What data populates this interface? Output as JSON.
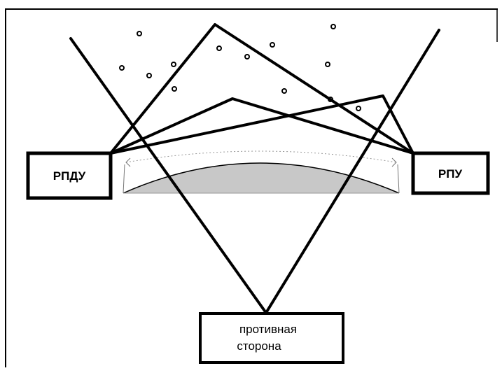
{
  "boxes": {
    "transmitter": {
      "label": "РПДУ"
    },
    "receiver": {
      "label": "РПУ"
    },
    "opponent": {
      "line1": "противная",
      "line2": "сторона"
    }
  },
  "colors": {
    "stroke": "#000000",
    "background": "#ffffff",
    "earth_fill": "#c8c8c8",
    "dotted": "#999999"
  }
}
